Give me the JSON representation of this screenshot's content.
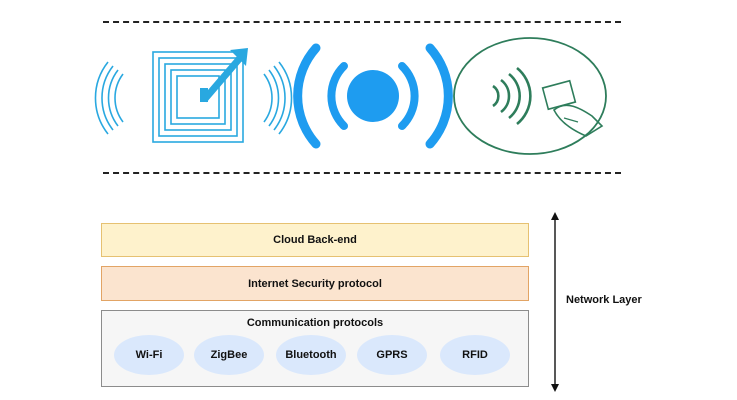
{
  "layers": {
    "cloud": "Cloud Back-end",
    "security": "Internet Security protocol",
    "communication_title": "Communication protocols",
    "protocols": [
      "Wi-Fi",
      "ZigBee",
      "Bluetooth",
      "GPRS",
      "RFID"
    ]
  },
  "side_label": "Network Layer",
  "icons": [
    "rfid-tag-icon",
    "wireless-signal-icon",
    "contactless-card-icon"
  ],
  "colors": {
    "signal_blue": "#1e9cf0",
    "rfid_blue": "#29a8e0",
    "nfc_green": "#2e7d5b",
    "cloud_fill": "#fef2cc",
    "security_fill": "#fbe4cf",
    "pill_fill": "#dae8fc"
  }
}
